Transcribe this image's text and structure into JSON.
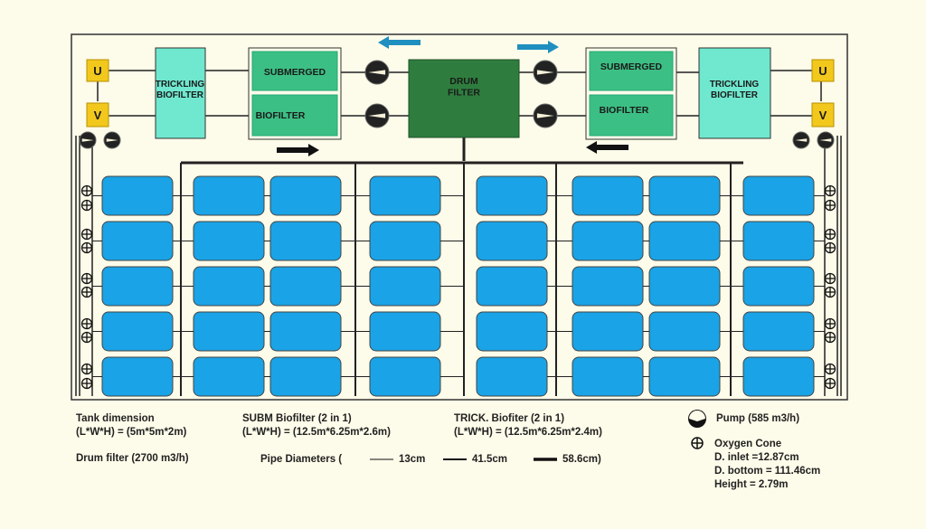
{
  "colors": {
    "background": "#fdfbe9",
    "tank": "#1aa3e6",
    "trickling_biofilter": "#6fe8cf",
    "submerged_biofilter": "#3cbf84",
    "drum_filter": "#2e7d3e",
    "valve": "#f2c81c",
    "flow_arrow": "#1f8fc0",
    "pipe": "#222222"
  },
  "icons": {
    "pump": "pump-icon",
    "oxygen_cone": "oxygen-cone-icon",
    "arrow": "arrow-icon"
  },
  "layout_grid": {
    "rows": 5,
    "columns": 8
  },
  "components": {
    "drum_filter": "DRUM\nFILTER",
    "left": {
      "trickling": "TRICKLING\nBIOFILTER",
      "submerged_top": "SUBMERGED",
      "submerged_bottom": "BIOFILTER",
      "valve_u": "U",
      "valve_v": "V"
    },
    "right": {
      "trickling": "TRICKLING\nBIOFILTER",
      "submerged_top": "SUBMERGED",
      "submerged_bottom": "BIOFILTER",
      "valve_u": "U",
      "valve_v": "V"
    }
  },
  "legend": {
    "tank_dimension": "Tank dimension\n(L*W*H) = (5m*5m*2m)",
    "drum_filter": "Drum filter (2700 m3/h)",
    "subm_biofilter": "SUBM Biofilter (2 in 1)\n(L*W*H) = (12.5m*6.25m*2.6m)",
    "trick_biofilter": "TRICK. Biofiter (2 in 1)\n(L*W*H) = (12.5m*6.25m*2.4m)",
    "pipe_diameters_prefix": "Pipe Diameters (",
    "pipe_13": "13cm",
    "pipe_41": "41.5cm",
    "pipe_58": "58.6cm)",
    "pump": "Pump (585 m3/h)",
    "oxygen_cone": "Oxygen Cone\nD. inlet =12.87cm\nD. bottom = 111.46cm\nHeight = 2.79m"
  }
}
